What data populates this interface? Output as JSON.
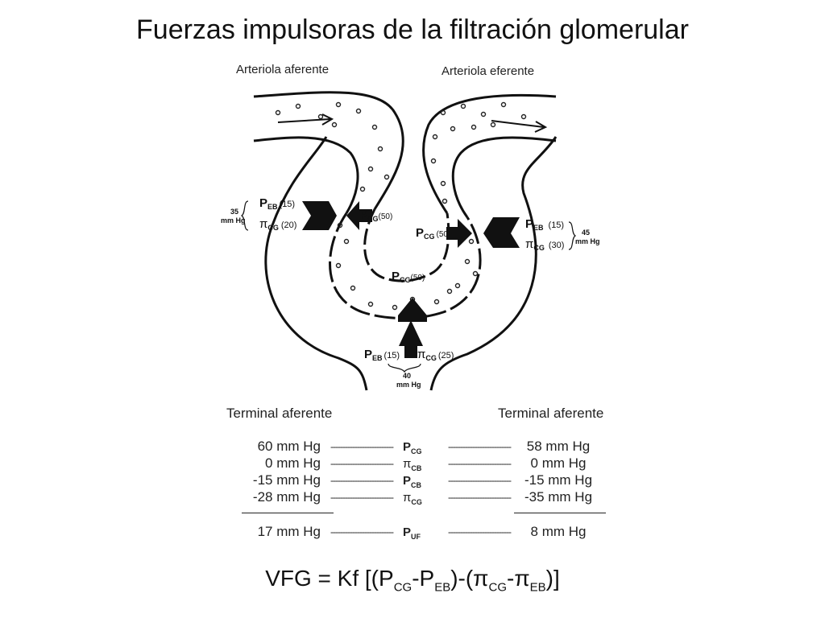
{
  "title": "Fuerzas impulsoras de la filtración glomerular",
  "labels": {
    "afferent_arteriole": "Arteriola aferente",
    "efferent_arteriole": "Arteriola eferente"
  },
  "diagram": {
    "left_pressures": {
      "peb": "P",
      "peb_sub": "EB",
      "peb_val": "(15)",
      "pi": "π",
      "pi_sub": "CG",
      "pi_val": "(20)",
      "total": "35",
      "unit": "mm Hg"
    },
    "right_pressures": {
      "peb": "P",
      "peb_sub": "EB",
      "peb_val": "(15)",
      "pi": "π",
      "pi_sub": "CG",
      "pi_val": "(30)",
      "total": "45",
      "unit": "mm Hg"
    },
    "bottom_pressures": {
      "peb": "P",
      "peb_sub": "EB",
      "peb_val": "(15)",
      "pi": "π",
      "pi_sub": "CG",
      "pi_val": "(25)",
      "total": "40",
      "unit": "mm Hg"
    },
    "pcg_left": {
      "sym": "P",
      "sub": "CG",
      "val": "(50)"
    },
    "pcg_center": {
      "sym": "P",
      "sub": "CG",
      "val": "(50)"
    },
    "pcg_bottom": {
      "sym": "P",
      "sub": "CG",
      "val": "(50)"
    }
  },
  "table": {
    "left_caption": "Terminal aferente",
    "right_caption": "Terminal aferente",
    "dashes": "--------------------------",
    "rows": [
      {
        "left": "60 mm Hg",
        "sym": "P",
        "sub": "CG",
        "right": "58 mm Hg"
      },
      {
        "left": "0 mm Hg",
        "sym": "π",
        "sub": "CB",
        "right": "0 mm Hg"
      },
      {
        "left": "-15 mm Hg",
        "sym": "P",
        "sub": "CB",
        "right": "-15 mm Hg"
      },
      {
        "left": "-28 mm Hg",
        "sym": "π",
        "sub": "CG",
        "right": "-35 mm Hg"
      }
    ],
    "total": {
      "left": "17 mm Hg",
      "sym": "P",
      "sub": "UF",
      "right": "8 mm Hg"
    }
  },
  "formula": {
    "a": "VFG = Kf [(P",
    "s1": "CG",
    "b": "-P",
    "s2": "EB",
    "c": ")-(π",
    "s3": "CG",
    "d": "-π",
    "s4": "EB",
    "e": ")]"
  }
}
